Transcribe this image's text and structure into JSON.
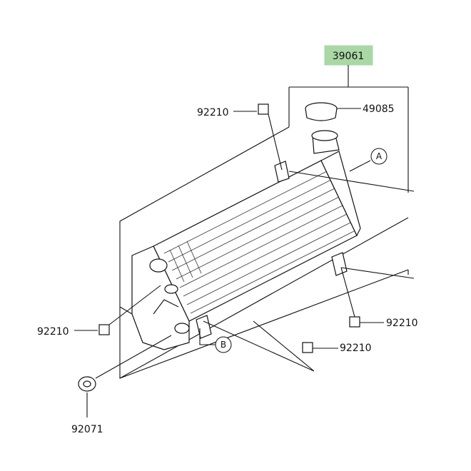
{
  "assembly": {
    "part_number": "39061",
    "highlight_color": "#a9d8a4"
  },
  "parts": {
    "radiator_cap": "49085",
    "nut_upper_left": "92210",
    "nut_mid_left": "92210",
    "nut_right": "92210",
    "nut_bottom_center": "92210",
    "grommet": "92071"
  },
  "callouts": {
    "a": "A",
    "b": "B"
  }
}
